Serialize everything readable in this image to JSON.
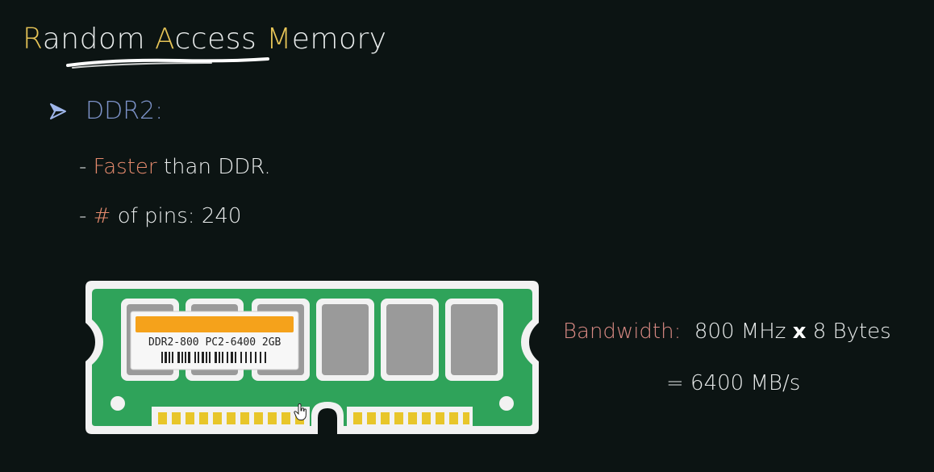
{
  "slide": {
    "title_parts": [
      {
        "text": "R",
        "accent": true
      },
      {
        "text": "andom ",
        "accent": false
      },
      {
        "text": "A",
        "accent": true
      },
      {
        "text": "ccess ",
        "accent": false
      },
      {
        "text": "M",
        "accent": true
      },
      {
        "text": "emory",
        "accent": false
      }
    ],
    "bullet": "DDR2:",
    "sub1_prefix": "- ",
    "sub1_highlight": "Faster",
    "sub1_rest": " than DDR.",
    "sub2_prefix": "- ",
    "sub2_highlight": "#",
    "sub2_rest": " of pins: 240",
    "bandwidth_label": "Bandwidth:",
    "bandwidth_freq": "800 MHz",
    "bandwidth_times": "x",
    "bandwidth_bytes": "8 Bytes",
    "bandwidth_result": "= 6400 MB/s"
  },
  "ram_module": {
    "label_text": "DDR2-800  PC2-6400  2GB",
    "icons": [
      "arrow-right-icon",
      "cursor-hand-icon"
    ]
  },
  "colors": {
    "accent_yellow": "#e6c457",
    "bullet_blue": "#7d93c9",
    "highlight_orange": "#e58a6d",
    "bandwidth_pink": "#d98a84",
    "pcb_green": "#2fa35a",
    "pin_gold": "#e8c62a",
    "label_orange": "#f5a21b"
  }
}
